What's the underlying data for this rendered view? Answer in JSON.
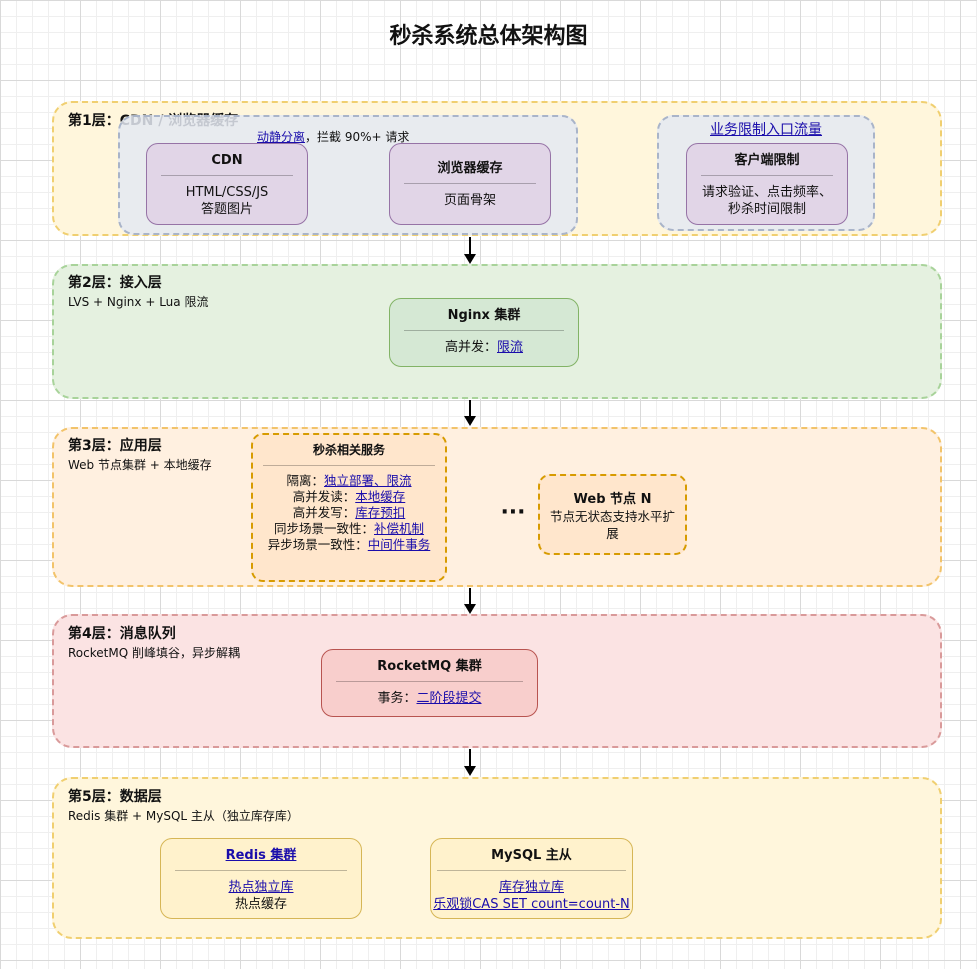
{
  "diagram": {
    "title": "秒杀系统总体架构图",
    "layer1": {
      "title": "第1层：CDN / 浏览器缓存",
      "note_link": "动静分离",
      "note_text": "，拦截 90%+ 请求",
      "cdn": {
        "title": "CDN",
        "line1": "HTML/CSS/JS",
        "line2": "答题图片"
      },
      "browser_cache": {
        "title": "浏览器缓存",
        "line1": "页面骨架"
      },
      "client_group_link": "业务限制入口流量",
      "client_limit": {
        "title": "客户端限制",
        "line1": "请求验证、点击频率、",
        "line2": "秒杀时间限制"
      }
    },
    "layer2": {
      "title": "第2层：接入层",
      "subtitle": "LVS + Nginx + Lua 限流",
      "nginx": {
        "title": "Nginx 集群",
        "prefix": "高并发：",
        "link": "限流"
      }
    },
    "layer3": {
      "title": "第3层：应用层",
      "subtitle": "Web 节点集群 + 本地缓存",
      "service": {
        "title": "秒杀相关服务",
        "rows": [
          {
            "prefix": "隔离：",
            "link": "独立部署、限流"
          },
          {
            "prefix": "高并发读：",
            "link": "本地缓存"
          },
          {
            "prefix": "高并发写：",
            "link": "库存预扣"
          },
          {
            "prefix": "同步场景一致性：",
            "link": "补偿机制"
          },
          {
            "prefix": "异步场景一致性：",
            "link": "中间件事务"
          }
        ]
      },
      "ellipsis": "···",
      "web_node": {
        "title": "Web 节点 N",
        "line1": "节点无状态支持水平扩",
        "line2": "展"
      }
    },
    "layer4": {
      "title": "第4层：消息队列",
      "subtitle": "RocketMQ 削峰填谷，异步解耦",
      "rocketmq": {
        "title": "RocketMQ 集群",
        "prefix": "事务：",
        "link": "二阶段提交"
      }
    },
    "layer5": {
      "title": "第5层：数据层",
      "subtitle": "Redis 集群 + MySQL 主从（独立库存库）",
      "redis": {
        "title": "Redis 集群",
        "link1": "热点独立库",
        "line2": "热点缓存"
      },
      "mysql": {
        "title": "MySQL 主从",
        "link1": "库存独立库",
        "link2": "乐观锁CAS SET count=count-N"
      }
    }
  },
  "colors": {
    "layer1_fill": "#fff6dc",
    "layer1_border": "#f0cf70",
    "layer2_fill": "#e5f1e0",
    "layer2_border": "#a8d39a",
    "layer3_fill": "#fff0e0",
    "layer3_border": "#f2c36a",
    "layer4_fill": "#fbe3e3",
    "layer4_border": "#d99a9a",
    "layer5_fill": "#fff6dc",
    "layer5_border": "#f0cf70",
    "purple_fill": "#e1d5e7",
    "purple_border": "#9673a6",
    "green_fill": "#d5e8d4",
    "green_border": "#82b366",
    "orange_fill": "#ffe6cc",
    "orange_border": "#d79b00",
    "red_fill": "#f8cecc",
    "red_border": "#b85450",
    "yellow_fill": "#fff2cc",
    "yellow_border": "#d6b656",
    "link": "#1a0dab"
  }
}
